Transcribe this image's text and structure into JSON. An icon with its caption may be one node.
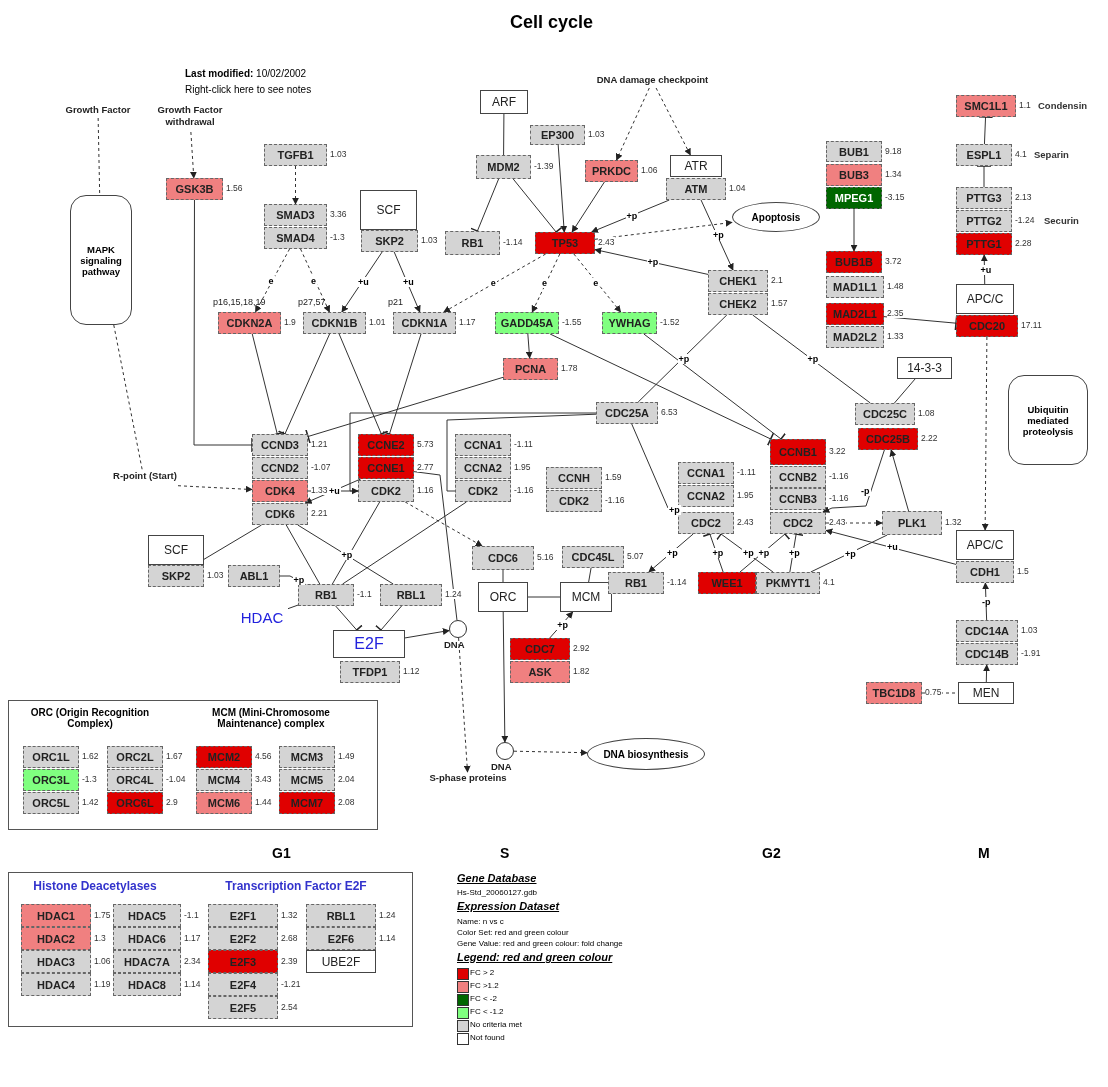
{
  "diagram": {
    "title": "Cell cycle",
    "nodes": [
      {
        "text": [
          "Growth Factor"
        ]
      },
      {
        "text": [
          "Growth Factor withdrawal"
        ]
      },
      {
        "text": [
          "MAPK signaling pathway"
        ]
      },
      {
        "text": [
          "GSK3B"
        ],
        "beside": [
          "1.56"
        ]
      },
      {
        "text": [
          "TGFB1"
        ],
        "beside": [
          "1.03"
        ]
      },
      {
        "text": [
          "SMAD3"
        ],
        "beside": [
          "3.36"
        ]
      },
      {
        "text": [
          "SMAD4"
        ],
        "beside": [
          "-1.3"
        ]
      },
      {
        "text": [
          "SCF"
        ]
      },
      {
        "text": [
          "SKP2"
        ],
        "beside": [
          "1.03"
        ]
      },
      {
        "text": [
          "ARF"
        ]
      },
      {
        "text": [
          "EP300"
        ],
        "beside": [
          "1.03"
        ]
      },
      {
        "text": [
          "MDM2"
        ],
        "beside": [
          "-1.39"
        ]
      },
      {
        "text": [
          "RB1"
        ],
        "beside": [
          "-1.14"
        ]
      },
      {
        "text": [
          "TP53"
        ],
        "beside": [
          "2.43"
        ]
      },
      {
        "text": [
          "PRKDC"
        ],
        "beside": [
          "1.06"
        ]
      },
      {
        "text": [
          "ATR"
        ]
      },
      {
        "text": [
          "ATM"
        ],
        "beside": [
          "1.04"
        ]
      },
      {
        "text": [
          "DNA damage checkpoint"
        ]
      },
      {
        "text": [
          "Apoptosis"
        ]
      },
      {
        "text": [
          "p16,15,18,19",
          "CDKN2A"
        ],
        "beside": [
          "1.9"
        ]
      },
      {
        "text": [
          "p27,57",
          "CDKN1B"
        ],
        "beside": [
          "1.01"
        ]
      },
      {
        "text": [
          "p21",
          "CDKN1A"
        ],
        "beside": [
          "1.17"
        ]
      },
      {
        "text": [
          "GADD45A"
        ],
        "beside": [
          "-1.55"
        ]
      },
      {
        "text": [
          "YWHAG"
        ],
        "beside": [
          "-1.52"
        ]
      },
      {
        "text": [
          "PCNA"
        ],
        "beside": [
          "1.78"
        ]
      },
      {
        "text": [
          "CHEK1"
        ],
        "beside": [
          "2.1"
        ]
      },
      {
        "text": [
          "CHEK2"
        ],
        "beside": [
          "1.57"
        ]
      },
      {
        "text": [
          "BUB1"
        ],
        "beside": [
          "9.18"
        ]
      },
      {
        "text": [
          "BUB3"
        ],
        "beside": [
          "1.34"
        ]
      },
      {
        "text": [
          "MPEG1"
        ],
        "beside": [
          "-3.15"
        ]
      },
      {
        "text": [
          "BUB1B"
        ],
        "beside": [
          "3.72"
        ]
      },
      {
        "text": [
          "MAD1L1"
        ],
        "beside": [
          "1.48"
        ]
      },
      {
        "text": [
          "MAD2L1"
        ],
        "beside": [
          "2.35"
        ]
      },
      {
        "text": [
          "MAD2L2"
        ],
        "beside": [
          "1.33"
        ]
      },
      {
        "text": [
          "SMC1L1"
        ],
        "beside": [
          "1.1",
          "Condensin"
        ]
      },
      {
        "text": [
          "ESPL1"
        ],
        "beside": [
          "4.1",
          "Separin"
        ]
      },
      {
        "text": [
          "PTTG3"
        ],
        "beside": [
          "2.13"
        ]
      },
      {
        "text": [
          "PTTG2"
        ],
        "beside": [
          "-1.24",
          "Securin"
        ]
      },
      {
        "text": [
          "PTTG1"
        ],
        "beside": [
          "2.28"
        ]
      },
      {
        "text": [
          "APC/C"
        ]
      },
      {
        "text": [
          "CDC20"
        ],
        "beside": [
          "17.11"
        ]
      },
      {
        "text": [
          "14-3-3"
        ]
      },
      {
        "text": [
          "Ubiquitin mediated proteolysis"
        ]
      },
      {
        "text": [
          "CDC25A"
        ],
        "beside": [
          "6.53"
        ]
      },
      {
        "text": [
          "CDC25C"
        ],
        "beside": [
          "1.08"
        ]
      },
      {
        "text": [
          "CDC25B"
        ],
        "beside": [
          "2.22"
        ]
      },
      {
        "text": [
          "CCND3"
        ],
        "beside": [
          "1.21"
        ]
      },
      {
        "text": [
          "CCND2"
        ],
        "beside": [
          "-1.07"
        ]
      },
      {
        "text": [
          "CDK4"
        ],
        "beside": [
          "1.33"
        ]
      },
      {
        "text": [
          "CDK6"
        ],
        "beside": [
          "2.21"
        ]
      },
      {
        "text": [
          "CCNE2"
        ],
        "beside": [
          "5.73"
        ]
      },
      {
        "text": [
          "CCNE1"
        ],
        "beside": [
          "2.77"
        ]
      },
      {
        "text": [
          "CDK2"
        ],
        "beside": [
          "1.16"
        ]
      },
      {
        "text": [
          "CCNA1"
        ],
        "beside": [
          "-1.11"
        ]
      },
      {
        "text": [
          "CCNA2"
        ],
        "beside": [
          "1.95"
        ]
      },
      {
        "text": [
          "CDK2"
        ],
        "beside": [
          "-1.16"
        ]
      },
      {
        "text": [
          "CCNH"
        ],
        "beside": [
          "1.59"
        ]
      },
      {
        "text": [
          "CDK2"
        ],
        "beside": [
          "-1.16"
        ]
      },
      {
        "text": [
          "CCNA1"
        ],
        "beside": [
          "-1.11"
        ]
      },
      {
        "text": [
          "CCNA2"
        ],
        "beside": [
          "1.95"
        ]
      },
      {
        "text": [
          "CDC2"
        ],
        "beside": [
          "2.43"
        ]
      },
      {
        "text": [
          "CCNB1"
        ],
        "beside": [
          "3.22"
        ]
      },
      {
        "text": [
          "CCNB2"
        ],
        "beside": [
          "-1.16"
        ]
      },
      {
        "text": [
          "CCNB3"
        ],
        "beside": [
          "-1.16"
        ]
      },
      {
        "text": [
          "CDC2"
        ],
        "beside": [
          "2.43"
        ]
      },
      {
        "text": [
          "PLK1"
        ],
        "beside": [
          "1.32"
        ]
      },
      {
        "text": [
          "SCF"
        ]
      },
      {
        "text": [
          "SKP2"
        ],
        "beside": [
          "1.03"
        ]
      },
      {
        "text": [
          "ABL1"
        ]
      },
      {
        "text": [
          "RB1"
        ],
        "beside": [
          "-1.1"
        ]
      },
      {
        "text": [
          "RBL1"
        ],
        "beside": [
          "1.24"
        ]
      },
      {
        "text": [
          "HDAC"
        ]
      },
      {
        "text": [
          "E2F"
        ]
      },
      {
        "text": [
          "TFDP1"
        ],
        "beside": [
          "1.12"
        ]
      },
      {
        "text": [
          "DNA"
        ]
      },
      {
        "text": [
          "CDC6"
        ],
        "beside": [
          "5.16"
        ]
      },
      {
        "text": [
          "CDC45L"
        ],
        "beside": [
          "5.07"
        ]
      },
      {
        "text": [
          "ORC"
        ]
      },
      {
        "text": [
          "MCM"
        ]
      },
      {
        "text": [
          "CDC7"
        ],
        "beside": [
          "2.92"
        ]
      },
      {
        "text": [
          "ASK"
        ],
        "beside": [
          "1.82"
        ]
      },
      {
        "text": [
          "DNA"
        ]
      },
      {
        "text": [
          "DNA biosynthesis"
        ]
      },
      {
        "text": [
          "S-phase proteins"
        ]
      },
      {
        "text": [
          "R-point (Start)"
        ]
      },
      {
        "text": [
          "RB1"
        ],
        "beside": [
          "-1.14"
        ]
      },
      {
        "text": [
          "WEE1"
        ]
      },
      {
        "text": [
          "PKMYT1"
        ],
        "beside": [
          "4.1"
        ]
      },
      {
        "text": [
          "APC/C"
        ]
      },
      {
        "text": [
          "CDH1"
        ],
        "beside": [
          "1.5"
        ]
      },
      {
        "text": [
          "CDC14A"
        ],
        "beside": [
          "1.03"
        ]
      },
      {
        "text": [
          "CDC14B"
        ],
        "beside": [
          "-1.91"
        ]
      },
      {
        "text": [
          "TBC1D8"
        ],
        "beside": [
          "0.75"
        ]
      },
      {
        "text": [
          "MEN"
        ]
      },
      {
        "text": [
          "ORC (Origin Recognition Complex)",
          "MCM (Mini-Chromosome Maintenance) complex"
        ]
      },
      {
        "text": [
          "ORC1L"
        ],
        "beside": [
          "1.62"
        ],
        "in": 94
      },
      {
        "text": [
          "ORC2L"
        ],
        "beside": [
          "1.67"
        ],
        "in": 94
      },
      {
        "text": [
          "MCM2"
        ],
        "beside": [
          "4.56"
        ],
        "in": 94
      },
      {
        "text": [
          "MCM3"
        ],
        "beside": [
          "1.49"
        ],
        "in": 94
      },
      {
        "text": [
          "ORC3L"
        ],
        "beside": [
          "-1.3"
        ],
        "in": 94
      },
      {
        "text": [
          "ORC4L"
        ],
        "beside": [
          "-1.04"
        ],
        "in": 94
      },
      {
        "text": [
          "MCM4"
        ],
        "beside": [
          "3.43"
        ],
        "in": 94
      },
      {
        "text": [
          "MCM5"
        ],
        "beside": [
          "2.04"
        ],
        "in": 94
      },
      {
        "text": [
          "ORC5L"
        ],
        "beside": [
          "1.42"
        ],
        "in": 94
      },
      {
        "text": [
          "ORC6L"
        ],
        "beside": [
          "2.9"
        ],
        "in": 94
      },
      {
        "text": [
          "MCM6"
        ],
        "beside": [
          "1.44"
        ],
        "in": 94
      },
      {
        "text": [
          "MCM7"
        ],
        "beside": [
          "2.08"
        ],
        "in": 94
      },
      {
        "text": [
          "Histone Deacetylases",
          "Transcription Factor E2F"
        ]
      },
      {
        "text": [
          "HDAC1"
        ],
        "beside": [
          "1.75"
        ],
        "in": 107
      },
      {
        "text": [
          "HDAC5"
        ],
        "beside": [
          "-1.1"
        ],
        "in": 107
      },
      {
        "text": [
          "E2F1"
        ],
        "beside": [
          "1.32"
        ],
        "in": 107
      },
      {
        "text": [
          "RBL1"
        ],
        "beside": [
          "1.24"
        ],
        "in": 107
      },
      {
        "text": [
          "HDAC2"
        ],
        "beside": [
          "1.3"
        ],
        "in": 107
      },
      {
        "text": [
          "HDAC6"
        ],
        "beside": [
          "1.17"
        ],
        "in": 107
      },
      {
        "text": [
          "E2F2"
        ],
        "beside": [
          "2.68"
        ],
        "in": 107
      },
      {
        "text": [
          "E2F6"
        ],
        "beside": [
          "1.14"
        ],
        "in": 107
      },
      {
        "text": [
          "HDAC3"
        ],
        "beside": [
          "1.06"
        ],
        "in": 107
      },
      {
        "text": [
          "HDAC7A"
        ],
        "beside": [
          "2.34"
        ],
        "in": 107
      },
      {
        "text": [
          "E2F3"
        ],
        "beside": [
          "2.39"
        ],
        "in": 107
      },
      {
        "text": [
          "UBE2F"
        ],
        "in": 107
      },
      {
        "text": [
          "HDAC4"
        ],
        "beside": [
          "1.19"
        ],
        "in": 107
      },
      {
        "text": [
          "HDAC8"
        ],
        "beside": [
          "1.14"
        ],
        "in": 107
      },
      {
        "text": [
          "E2F4"
        ],
        "beside": [
          "-1.21"
        ],
        "in": 107
      },
      {
        "text": [
          "E2F5"
        ],
        "beside": [
          "2.54"
        ],
        "in": 107
      }
    ],
    "edges": [
      {
        "from": 0,
        "to": 2,
        "arrow": "none",
        "style": "dashed"
      },
      {
        "from": 2,
        "to": 84,
        "arrow": "none",
        "style": "dashed"
      },
      {
        "from": 84,
        "to": 48,
        "arrow": "to",
        "style": "dashed"
      },
      {
        "from": 1,
        "to": 3,
        "arrow": "to",
        "style": "dashed"
      },
      {
        "from": 3,
        "to": 46,
        "arrow": "other"
      },
      {
        "from": 4,
        "to": 5,
        "arrow": "to",
        "style": "dashed"
      },
      {
        "from": 6,
        "to": 19,
        "arrow": "to",
        "style": "dashed",
        "label": "e"
      },
      {
        "from": 6,
        "to": 20,
        "arrow": "to",
        "style": "dashed",
        "label": "e"
      },
      {
        "from": 8,
        "to": 20,
        "arrow": "to",
        "label": "+u"
      },
      {
        "from": 8,
        "to": 21,
        "arrow": "to",
        "label": "+u"
      },
      {
        "from": 9,
        "to": 11,
        "arrow": "none"
      },
      {
        "from": 11,
        "to": 12,
        "arrow": "other"
      },
      {
        "from": 11,
        "to": 13,
        "arrow": "other"
      },
      {
        "from": 10,
        "to": 13,
        "arrow": "to"
      },
      {
        "from": 17,
        "to": 14,
        "arrow": "to",
        "style": "dashed"
      },
      {
        "from": 17,
        "to": 15,
        "arrow": "to",
        "style": "dashed"
      },
      {
        "from": 14,
        "to": 13,
        "arrow": "to"
      },
      {
        "from": 16,
        "to": 13,
        "arrow": "to",
        "label": "+p"
      },
      {
        "from": 16,
        "to": 25,
        "arrow": "to",
        "label": "+p"
      },
      {
        "from": 13,
        "to": 18,
        "arrow": "to",
        "style": "dashed"
      },
      {
        "from": 25,
        "to": 13,
        "arrow": "to",
        "label": "+p"
      },
      {
        "from": 13,
        "to": 21,
        "arrow": "to",
        "style": "dashed",
        "label": "e"
      },
      {
        "from": 13,
        "to": 22,
        "arrow": "to",
        "style": "dashed",
        "label": "e"
      },
      {
        "from": 13,
        "to": 23,
        "arrow": "to",
        "style": "dashed",
        "label": "e"
      },
      {
        "from": 22,
        "to": 24,
        "arrow": "to"
      },
      {
        "from": 19,
        "to": 46,
        "arrow": "other"
      },
      {
        "from": 20,
        "to": 46,
        "arrow": "other"
      },
      {
        "from": 20,
        "to": 50,
        "arrow": "other"
      },
      {
        "from": 21,
        "to": 50,
        "arrow": "other"
      },
      {
        "from": 24,
        "to": 46,
        "arrow": "other"
      },
      {
        "from": 22,
        "to": 61,
        "arrow": "other"
      },
      {
        "from": 23,
        "to": 61,
        "arrow": "other"
      },
      {
        "from": 26,
        "to": 43,
        "arrow": "none",
        "label": "+p"
      },
      {
        "from": 26,
        "to": 44,
        "arrow": "none",
        "label": "+p"
      },
      {
        "from": 41,
        "to": 44,
        "arrow": "none"
      },
      {
        "from": 43,
        "to": 52,
        "arrow": "none"
      },
      {
        "from": 43,
        "to": 55,
        "arrow": "none"
      },
      {
        "from": 43,
        "to": 60,
        "arrow": "to",
        "label": "+p"
      },
      {
        "from": 45,
        "to": 64,
        "arrow": "to",
        "label": "-p"
      },
      {
        "from": 64,
        "to": 65,
        "arrow": "to",
        "style": "dashed"
      },
      {
        "from": 65,
        "to": 45,
        "arrow": "to"
      },
      {
        "from": 65,
        "to": 87,
        "arrow": "none",
        "label": "+p"
      },
      {
        "from": 89,
        "to": 64,
        "arrow": "to",
        "label": "+u"
      },
      {
        "from": 86,
        "to": 60,
        "arrow": "other",
        "label": "+p"
      },
      {
        "from": 86,
        "to": 64,
        "arrow": "other",
        "label": "+p"
      },
      {
        "from": 87,
        "to": 60,
        "arrow": "other",
        "label": "+p"
      },
      {
        "from": 87,
        "to": 64,
        "arrow": "other",
        "label": "+p"
      },
      {
        "from": 60,
        "to": 85,
        "arrow": "to",
        "label": "+p"
      },
      {
        "from": 29,
        "to": 30,
        "arrow": "to"
      },
      {
        "from": 32,
        "to": 40,
        "arrow": "other"
      },
      {
        "from": 35,
        "to": 34,
        "arrow": "other"
      },
      {
        "from": 36,
        "to": 35,
        "arrow": "other"
      },
      {
        "from": 39,
        "to": 38,
        "arrow": "to",
        "label": "+u"
      },
      {
        "from": 40,
        "to": 88,
        "arrow": "to",
        "style": "dashed"
      },
      {
        "from": 90,
        "to": 89,
        "arrow": "to",
        "label": "-p"
      },
      {
        "from": 93,
        "to": 91,
        "arrow": "to"
      },
      {
        "from": 92,
        "to": 93,
        "arrow": "none",
        "style": "dashed"
      },
      {
        "from": 67,
        "to": 49,
        "arrow": "none"
      },
      {
        "from": 68,
        "to": 69,
        "arrow": "none",
        "label": "+p"
      },
      {
        "from": 49,
        "to": 69,
        "arrow": "none"
      },
      {
        "from": 52,
        "to": 69,
        "arrow": "none"
      },
      {
        "from": 55,
        "to": 69,
        "arrow": "none"
      },
      {
        "from": 49,
        "to": 70,
        "arrow": "none",
        "label": "+p"
      },
      {
        "from": 52,
        "to": 75,
        "arrow": "to",
        "style": "dashed"
      },
      {
        "from": 51,
        "to": 74,
        "arrow": "none"
      },
      {
        "from": 69,
        "to": 72,
        "arrow": "other"
      },
      {
        "from": 70,
        "to": 72,
        "arrow": "other"
      },
      {
        "from": 71,
        "to": 69,
        "arrow": "none"
      },
      {
        "from": 72,
        "to": 74,
        "arrow": "to"
      },
      {
        "from": 74,
        "to": 83,
        "arrow": "to",
        "style": "dashed"
      },
      {
        "from": 75,
        "to": 77,
        "arrow": "none"
      },
      {
        "from": 77,
        "to": 78,
        "arrow": "none"
      },
      {
        "from": 76,
        "to": 78,
        "arrow": "none"
      },
      {
        "from": 79,
        "to": 78,
        "arrow": "to",
        "label": "+p"
      },
      {
        "from": 77,
        "to": 81,
        "arrow": "to"
      },
      {
        "from": 81,
        "to": 82,
        "arrow": "to",
        "style": "dashed"
      },
      {
        "from": 48,
        "to": 52,
        "arrow": "to"
      },
      {
        "from": 51,
        "to": 49,
        "arrow": "to",
        "label": "+u"
      }
    ],
    "labels": [
      "**Last modified:** 10/02/2002",
      "Right-click here to see notes",
      "G1",
      "S",
      "G2",
      "M",
      "Gene Database",
      "Hs-Std_20060127.gdb",
      "Expression Dataset",
      "Name: n vs c",
      "Color Set: red and green colour",
      "Gene Value: red and green colour: fold change",
      "Legend: red and green colour"
    ],
    "legend": [
      {
        "text": "FC > 2",
        "color": "#e00000"
      },
      {
        "text": "FC >1.2",
        "color": "#f08080"
      },
      {
        "text": "FC < -2",
        "color": "#006600"
      },
      {
        "text": "FC < -1.2",
        "color": "#80ff80"
      },
      {
        "text": "No criteria met",
        "color": "#d4d4d4"
      },
      {
        "text": "Not found",
        "color": "#ffffff"
      }
    ]
  }
}
